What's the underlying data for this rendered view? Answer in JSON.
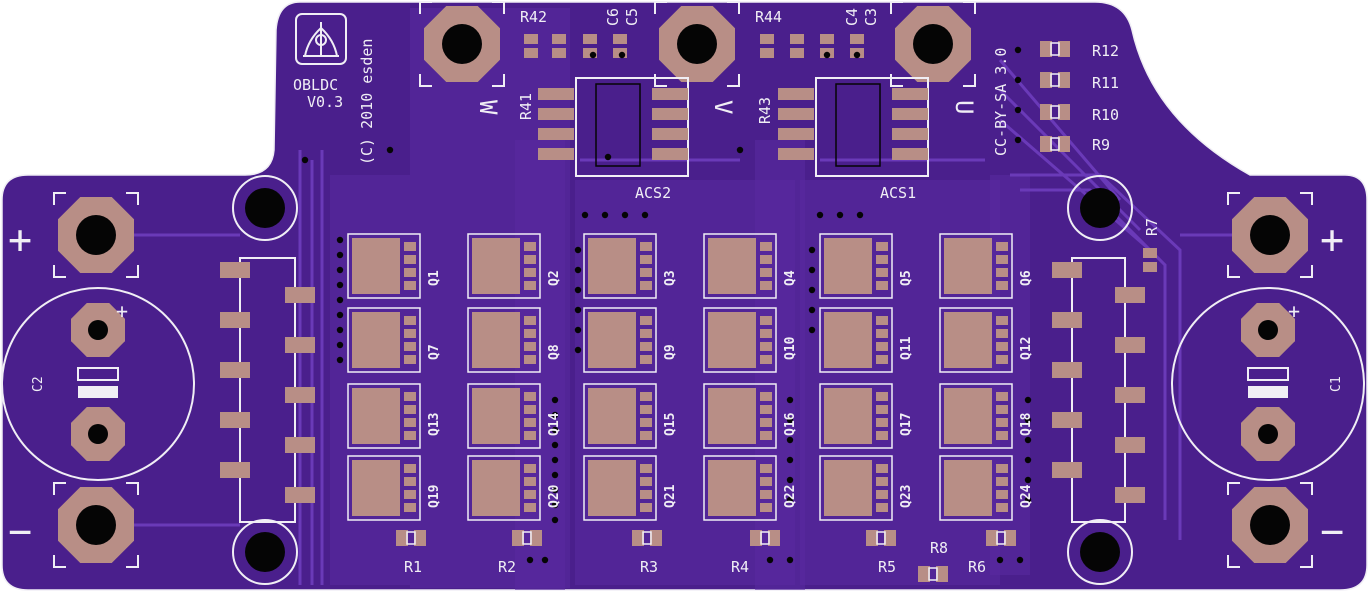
{
  "colors": {
    "board": "#4a1f8c",
    "board_light": "#5a2aa0",
    "trace": "#6a3ab8",
    "pad": "#b88e86",
    "pad_dark": "#9a7670",
    "hole": "#050505",
    "silk": "#f0eef5",
    "bg": "#ffffff"
  },
  "logo": {
    "icon": "oshw-tree-logo-icon",
    "name": "OBLDC",
    "version": "V0.3",
    "copyright": "(C) 2010 esden"
  },
  "license": "CC-BY-SA 3.0",
  "phase_labels": {
    "w": "W",
    "v": "V",
    "u": "U"
  },
  "polarity": {
    "plus": "+",
    "minus": "−",
    "cap_plus": "+"
  },
  "ics": {
    "acs1": "ACS1",
    "acs2": "ACS2"
  },
  "capacitors": {
    "c1": "C1",
    "c2": "C2",
    "c3": "C3",
    "c4": "C4",
    "c5": "C5",
    "c6": "C6"
  },
  "resistors": {
    "r1": "R1",
    "r2": "R2",
    "r3": "R3",
    "r4": "R4",
    "r5": "R5",
    "r6": "R6",
    "r7": "R7",
    "r8": "R8",
    "r9": "R9",
    "r10": "R10",
    "r11": "R11",
    "r12": "R12",
    "r41": "R41",
    "r42": "R42",
    "r43": "R43",
    "r44": "R44"
  },
  "mosfets": [
    "Q1",
    "Q2",
    "Q3",
    "Q4",
    "Q5",
    "Q6",
    "Q7",
    "Q8",
    "Q9",
    "Q10",
    "Q11",
    "Q12",
    "Q13",
    "Q14",
    "Q15",
    "Q16",
    "Q17",
    "Q18",
    "Q19",
    "Q20",
    "Q21",
    "Q22",
    "Q23",
    "Q24"
  ]
}
